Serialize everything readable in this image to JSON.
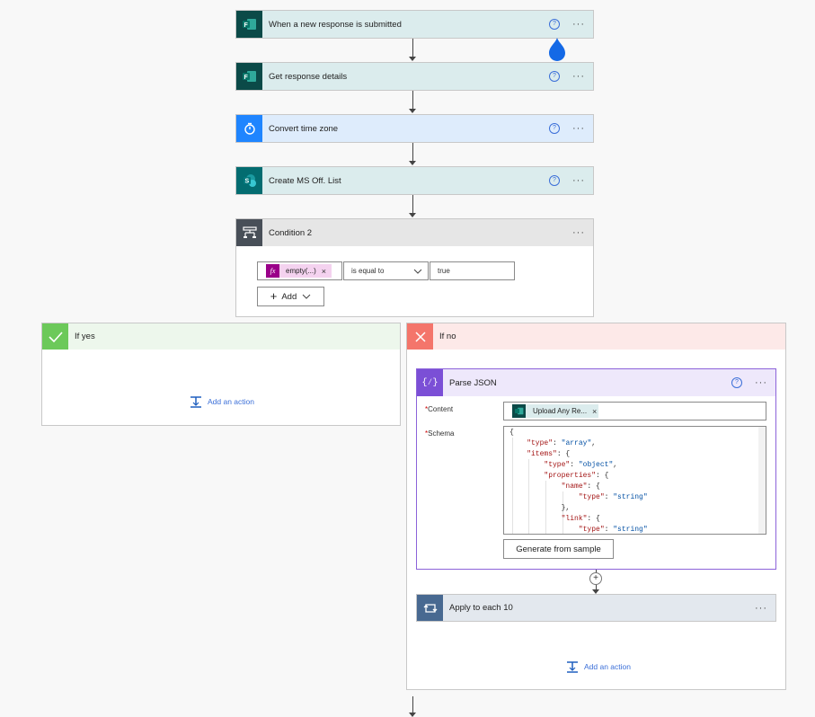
{
  "steps": {
    "trigger": {
      "title": "When a new response is submitted",
      "icon": "forms-icon",
      "color": "#0b4a48"
    },
    "get_response": {
      "title": "Get response details",
      "icon": "forms-icon",
      "color": "#0b4a48"
    },
    "convert_time": {
      "title": "Convert time zone",
      "icon": "timer-icon",
      "color": "#1f85ff"
    },
    "create_list": {
      "title": "Create MS Off. List",
      "icon": "sharepoint-icon",
      "color": "#036c70"
    }
  },
  "condition": {
    "title": "Condition 2",
    "left_token": "empty(...)",
    "operator": "is equal to",
    "value": "true",
    "add_label": "Add"
  },
  "if_yes": {
    "title": "If yes",
    "add_action": "Add an action",
    "color": "#6cc95a"
  },
  "if_no": {
    "title": "If no",
    "add_action": "Add an action",
    "color": "#f4756b"
  },
  "parse_json": {
    "title": "Parse JSON",
    "content_label": "Content",
    "content_token": "Upload Any Re...",
    "schema_label": "Schema",
    "generate_label": "Generate from sample",
    "schema_lines": [
      "{",
      "    \"type\": \"array\",",
      "    \"items\": {",
      "        \"type\": \"object\",",
      "        \"properties\": {",
      "            \"name\": {",
      "                \"type\": \"string\"",
      "            },",
      "            \"link\": {",
      "                \"type\": \"string\""
    ]
  },
  "apply_each": {
    "title": "Apply to each 10"
  }
}
